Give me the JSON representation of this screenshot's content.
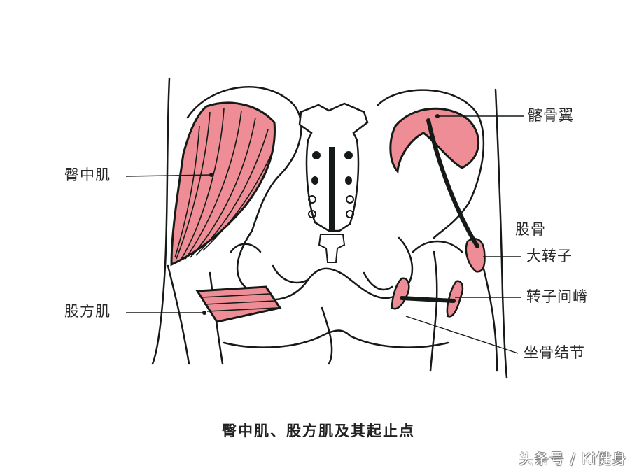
{
  "figure": {
    "caption": "臀中肌、股方肌及其起止点",
    "watermark": "头条号 / Ki健身",
    "colors": {
      "muscle": "#ee8d96",
      "ink": "#151a16",
      "background": "#ffffff"
    },
    "labels": {
      "gluteus_medius": "臀中肌",
      "quadratus_femoris": "股方肌",
      "iliac_wing": "髂骨翼",
      "femur": "股骨",
      "greater_trochanter": "大转子",
      "intertrochanteric_crest": "转子间嵴",
      "ischial_tuberosity": "坐骨结节"
    }
  }
}
